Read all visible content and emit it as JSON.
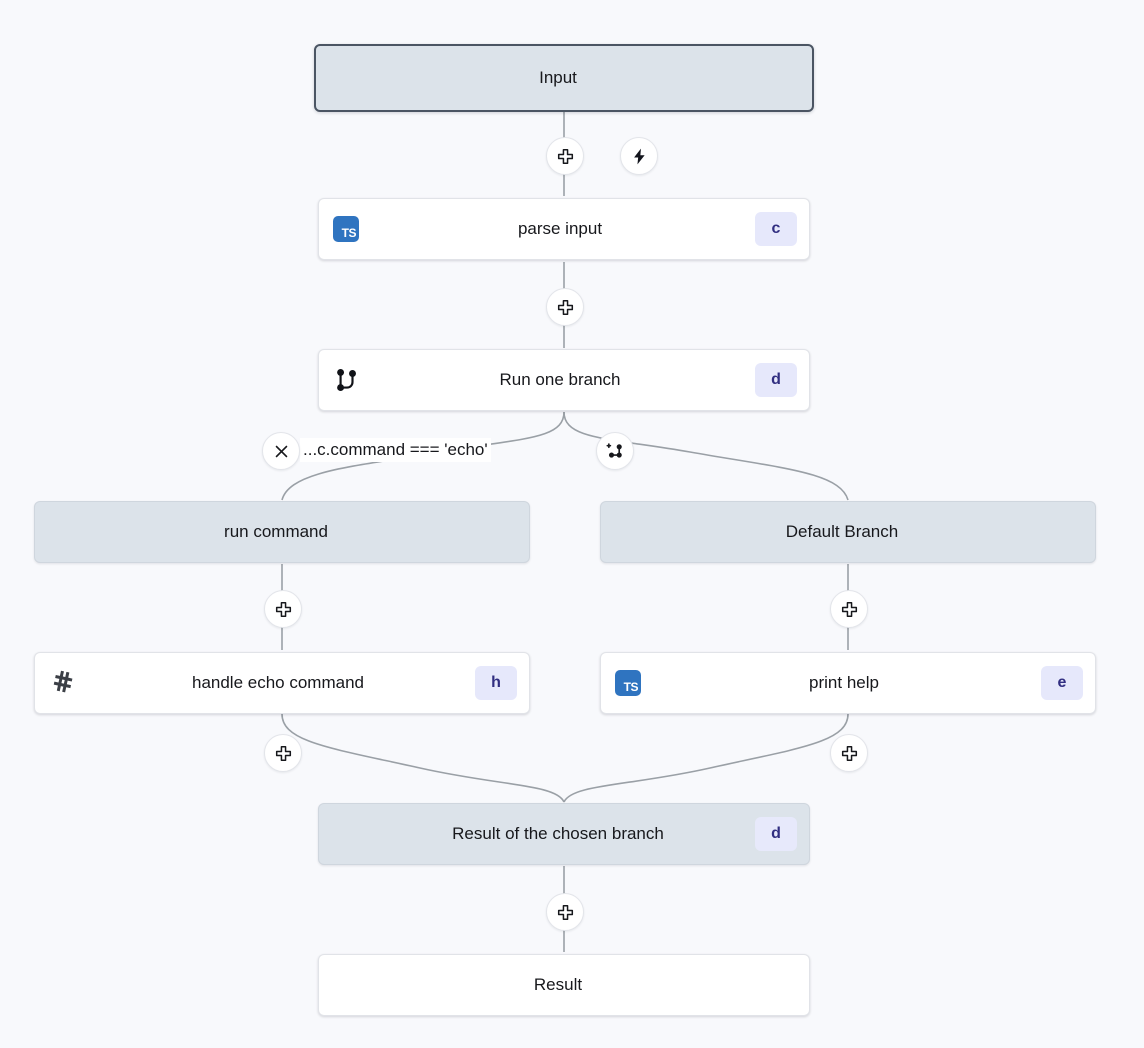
{
  "canvas": {
    "background": "#f8f9fc",
    "edge_color": "#9aa0a6"
  },
  "colors": {
    "node_gray_fill": "#dce3ea",
    "node_white_fill": "#ffffff",
    "badge_bg": "#e6e8fb",
    "badge_text": "#312e81",
    "ts_icon_bg": "#2f74c0",
    "selected_border": "#4b5563"
  },
  "nodes": [
    {
      "id": "input",
      "label": "Input",
      "style": "selected",
      "icon": "",
      "badge": ""
    },
    {
      "id": "parse_input",
      "label": "parse input",
      "style": "white",
      "icon": "typescript",
      "badge": "c"
    },
    {
      "id": "run_branch",
      "label": "Run one branch",
      "style": "white",
      "icon": "git-branch",
      "badge": "d"
    },
    {
      "id": "run_command",
      "label": "run command",
      "style": "gray",
      "icon": "",
      "badge": ""
    },
    {
      "id": "default_branch",
      "label": "Default Branch",
      "style": "gray",
      "icon": "",
      "badge": ""
    },
    {
      "id": "handle_echo",
      "label": "handle echo command",
      "style": "white",
      "icon": "script-hash",
      "badge": "h"
    },
    {
      "id": "print_help",
      "label": "print help",
      "style": "white",
      "icon": "typescript",
      "badge": "e"
    },
    {
      "id": "result_chosen",
      "label": "Result of the chosen branch",
      "style": "gray",
      "icon": "",
      "badge": "d"
    },
    {
      "id": "result",
      "label": "Result",
      "style": "white",
      "icon": "",
      "badge": ""
    }
  ],
  "branch_condition": {
    "expression": "...c.command === 'echo'",
    "remove_icon": "close-icon",
    "add_branch_icon": "add-branch-icon"
  },
  "handles": [
    {
      "id": "h1",
      "icon": "plus-icon"
    },
    {
      "id": "h_trigger",
      "icon": "lightning-icon"
    },
    {
      "id": "h2",
      "icon": "plus-icon"
    },
    {
      "id": "h3",
      "icon": "plus-icon"
    },
    {
      "id": "h4",
      "icon": "plus-icon"
    },
    {
      "id": "h5",
      "icon": "plus-icon"
    },
    {
      "id": "h6",
      "icon": "plus-icon"
    },
    {
      "id": "h7",
      "icon": "plus-icon"
    }
  ]
}
